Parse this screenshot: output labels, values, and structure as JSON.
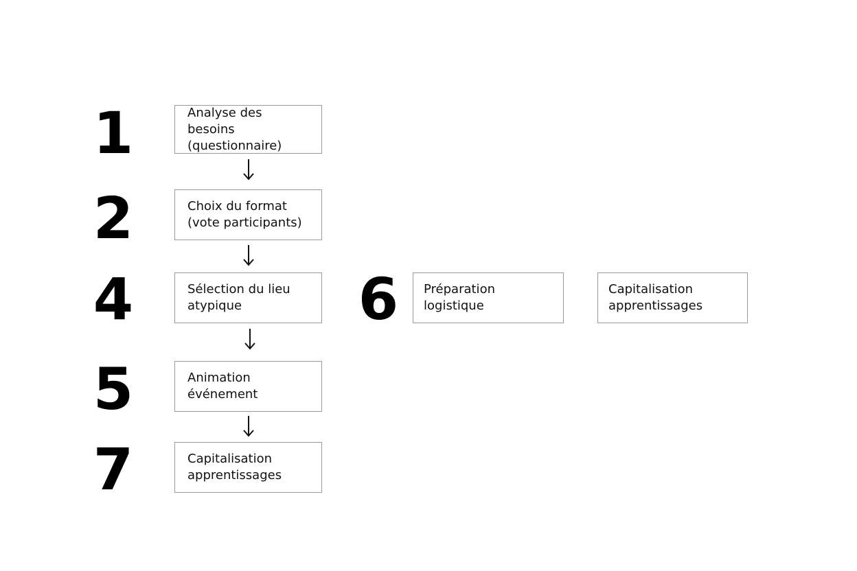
{
  "colors": {
    "background": "#ffffff",
    "box_border": "#9a9a9a",
    "text": "#111111",
    "step_number": "#000000"
  },
  "steps": [
    {
      "number": "1",
      "label": "Analyse des besoins\n(questionnaire)"
    },
    {
      "number": "2",
      "label": "Choix du format\n(vote participants)"
    },
    {
      "number": "4",
      "label": "Sélection du lieu\natypique"
    },
    {
      "number": "5",
      "label": "Animation\névénement"
    },
    {
      "number": "7",
      "label": "Capitalisation\napprentissages"
    },
    {
      "number": "6",
      "label": "Préparation\nlogistique"
    },
    {
      "number": "",
      "label": "Capitalisation\napprentissages"
    }
  ],
  "arrows": [
    {
      "from": "1",
      "to": "2"
    },
    {
      "from": "2",
      "to": "4"
    },
    {
      "from": "4",
      "to": "5"
    },
    {
      "from": "5",
      "to": "7"
    }
  ]
}
